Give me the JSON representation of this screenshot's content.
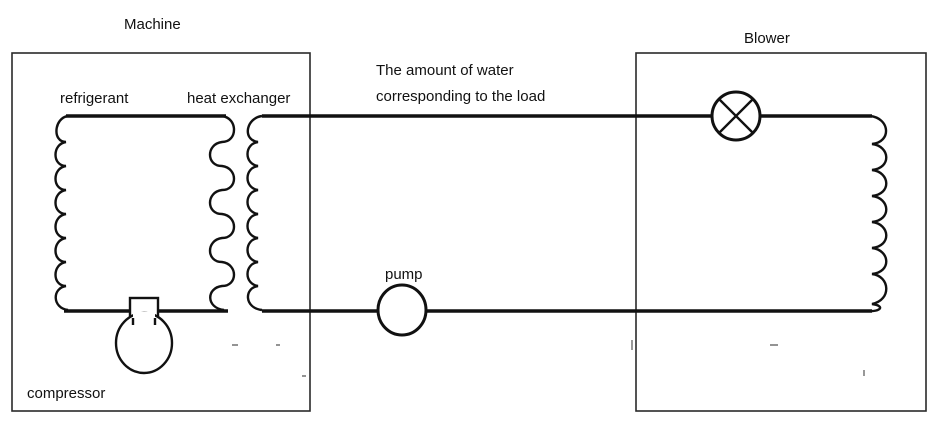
{
  "labels": {
    "machine": "Machine",
    "blower": "Blower",
    "refrigerant": "refrigerant",
    "heat_exchanger": "heat exchanger",
    "water_line1": "The amount of water",
    "water_line2": "corresponding to the load",
    "pump": "pump",
    "compressor": "compressor"
  },
  "colors": {
    "line": "#111111",
    "box": "#2a2a2a",
    "background": "#ffffff"
  }
}
